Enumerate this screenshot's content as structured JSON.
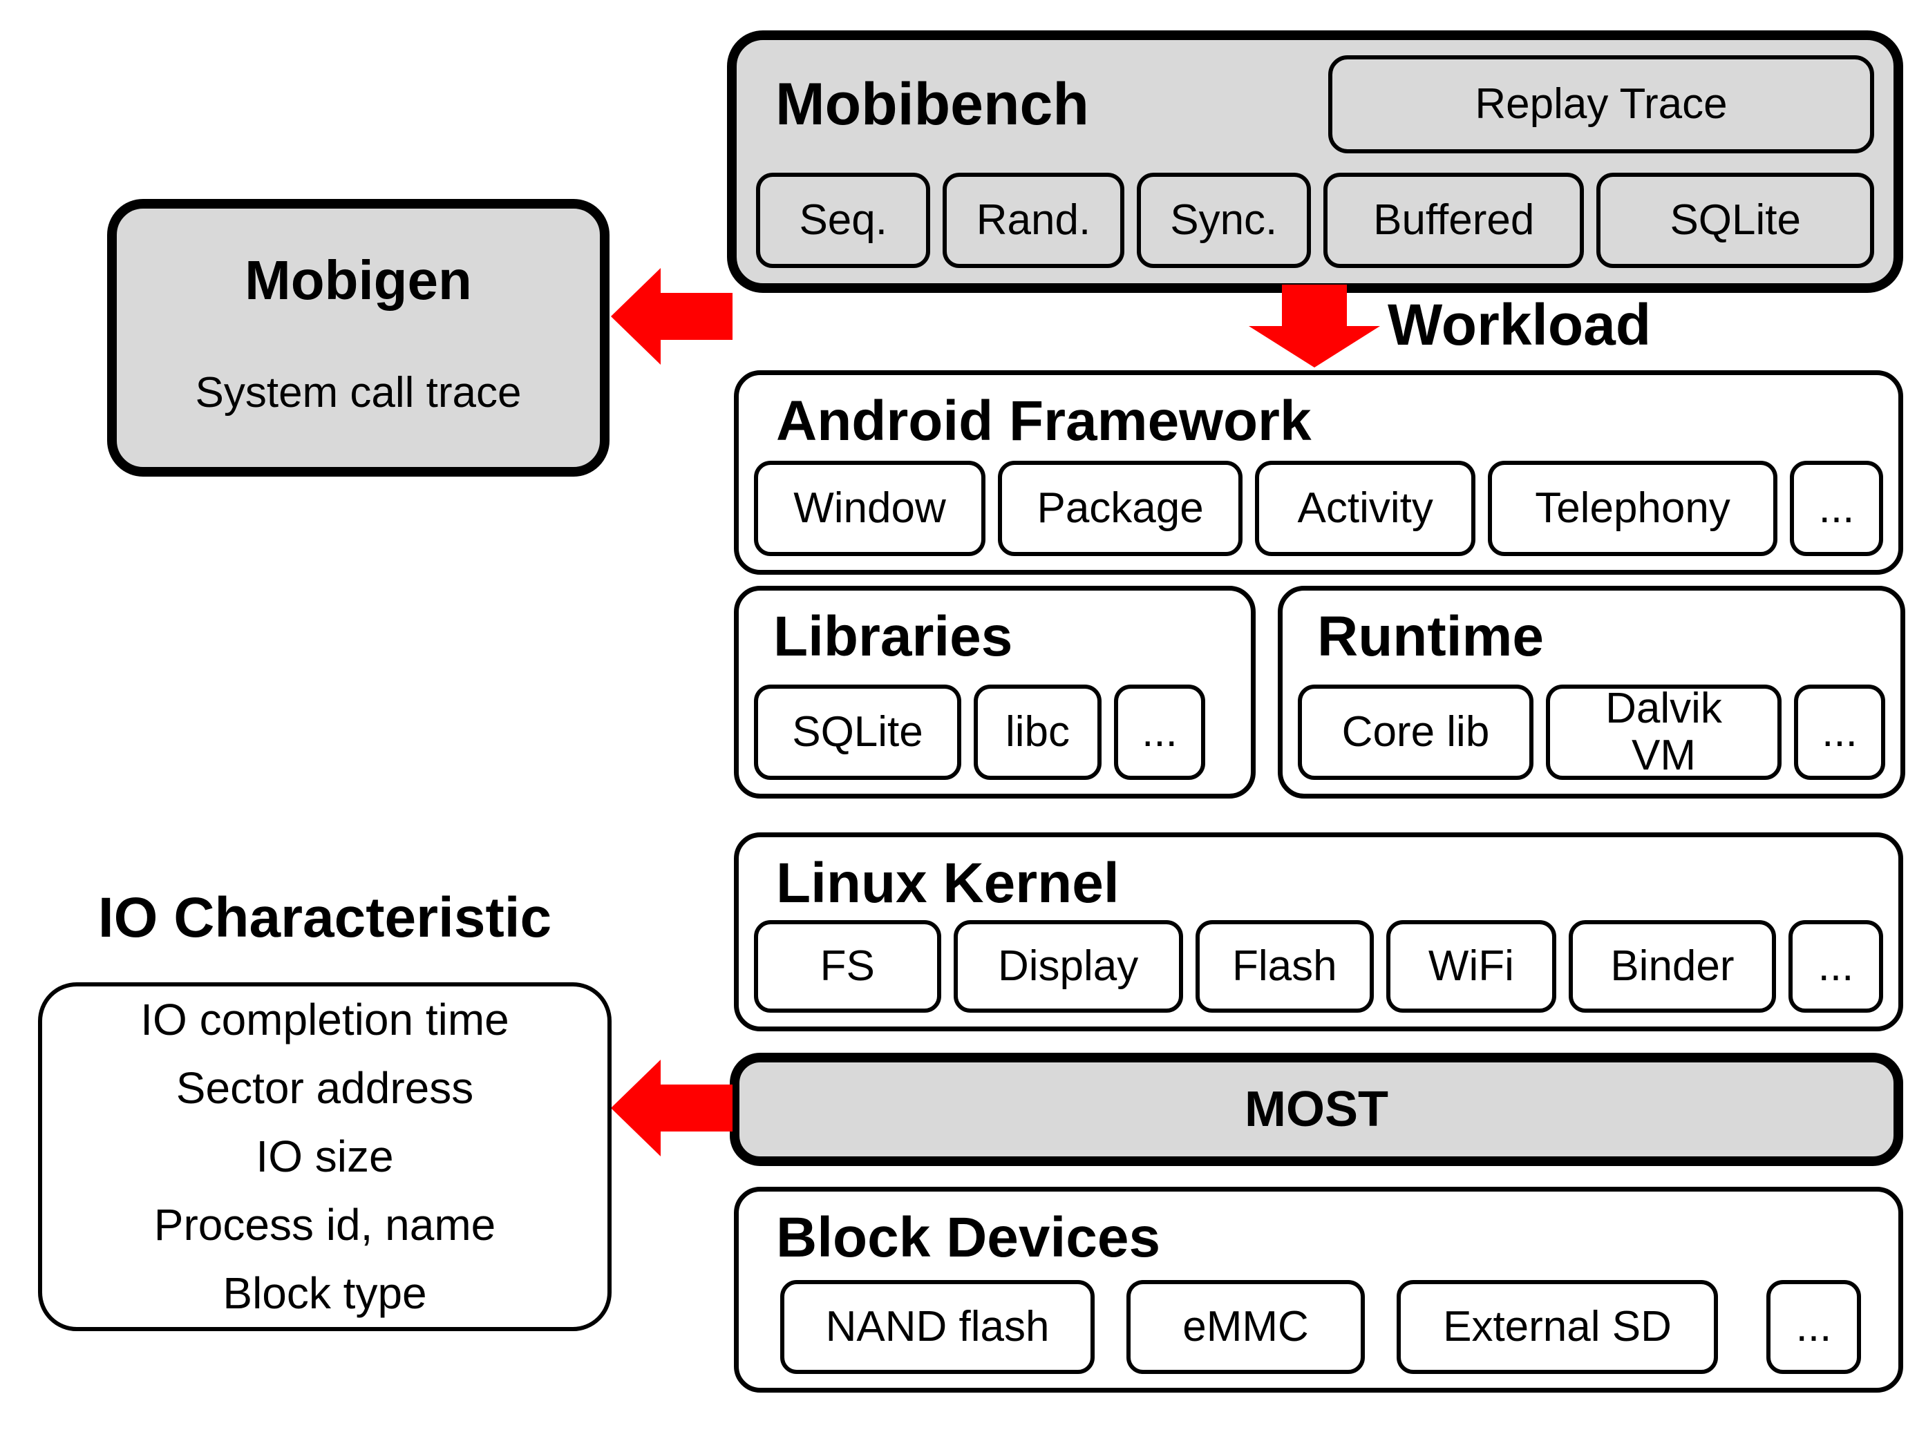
{
  "colors": {
    "gray": "#d9d9d9",
    "red": "#ff0000",
    "black": "#000000",
    "white": "#ffffff"
  },
  "mobibench": {
    "title": "Mobibench",
    "replay_trace": "Replay Trace",
    "modes": [
      "Seq.",
      "Rand.",
      "Sync.",
      "Buffered",
      "SQLite"
    ]
  },
  "mobigen": {
    "title": "Mobigen",
    "subtitle": "System call trace"
  },
  "workload": {
    "label": "Workload"
  },
  "android_framework": {
    "title": "Android Framework",
    "modules": [
      "Window",
      "Package",
      "Activity",
      "Telephony",
      "..."
    ]
  },
  "libraries": {
    "title": "Libraries",
    "modules": [
      "SQLite",
      "libc",
      "..."
    ]
  },
  "runtime": {
    "title": "Runtime",
    "modules": [
      "Core lib",
      "Dalvik\nVM",
      "..."
    ]
  },
  "linux_kernel": {
    "title": "Linux Kernel",
    "modules": [
      "FS",
      "Display",
      "Flash",
      "WiFi",
      "Binder",
      "..."
    ]
  },
  "most": {
    "title": "MOST"
  },
  "io_characteristic": {
    "title": "IO Characteristic",
    "lines": [
      "IO completion time",
      "Sector address",
      "IO size",
      "Process id, name",
      "Block type"
    ]
  },
  "block_devices": {
    "title": "Block Devices",
    "devices": [
      "NAND flash",
      "eMMC",
      "External SD",
      "..."
    ]
  }
}
